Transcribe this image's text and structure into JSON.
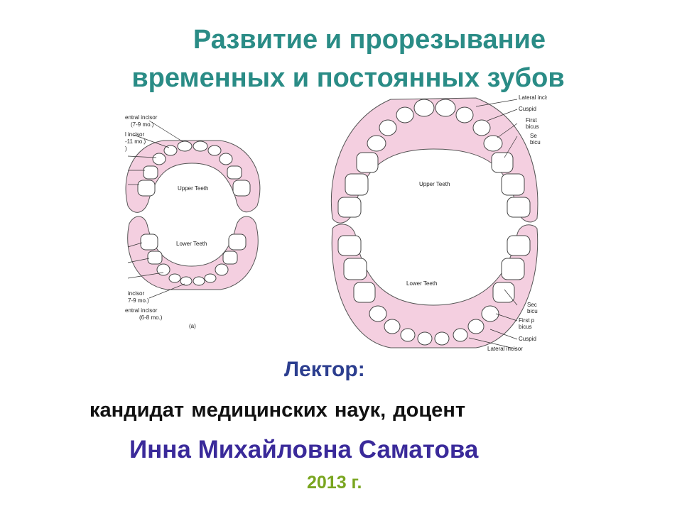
{
  "title": {
    "line1": "Развитие и прорезывание",
    "line2": "временных и постоянных зубов"
  },
  "figure": {
    "primary_labels": {
      "upper": "Upper Teeth",
      "lower": "Lower Teeth",
      "top": [
        "entral incisor",
        "(7-9 mo.)",
        "l incisor",
        "-11 mo.)",
        ")"
      ],
      "bottom": [
        "incisor",
        "7-9 mo.)",
        "entral incisor",
        "(6-8 mo.)"
      ],
      "caption": "(a)"
    },
    "permanent_labels": {
      "upper": "Upper Teeth",
      "lower": "Lower Teeth",
      "right_top": [
        "Lateral incis",
        "Cuspid",
        "First",
        "bicus",
        "Se",
        "bicu"
      ],
      "right_bottom": [
        "Sec",
        "bicu",
        "First p",
        "bicus",
        "Cuspid",
        "Lateral incisor"
      ]
    }
  },
  "lecturer_label": "Лектор:",
  "degree": "кандидат медицинских  наук, доцент",
  "name": "Инна Михайловна Саматова",
  "year": "2013 г."
}
